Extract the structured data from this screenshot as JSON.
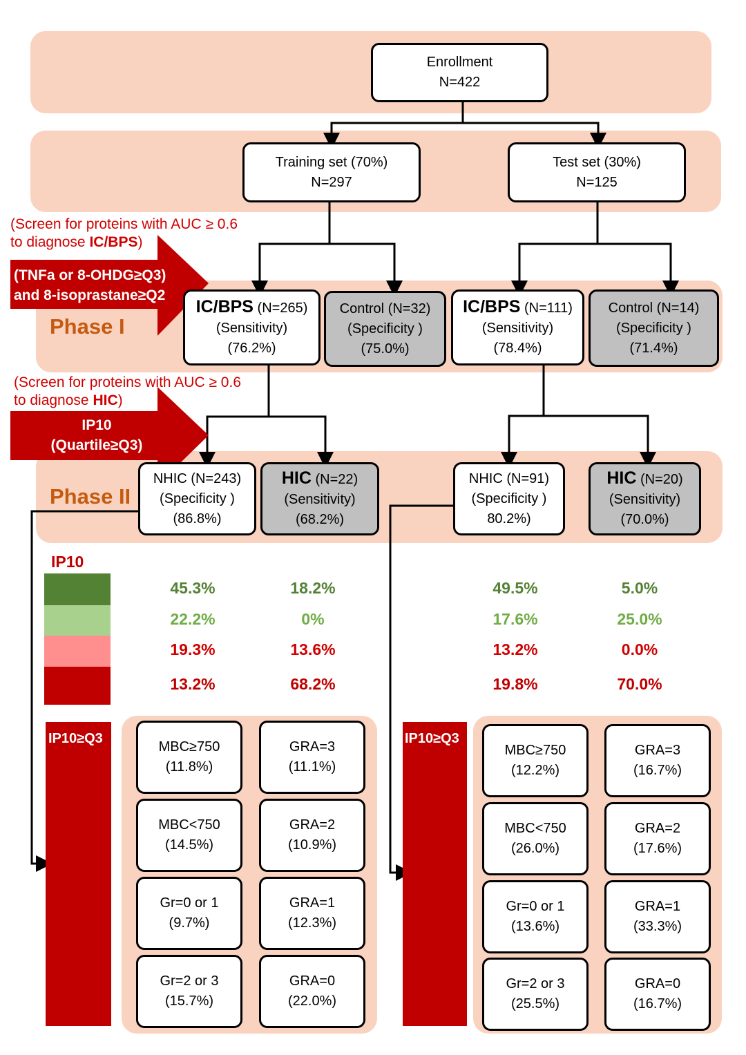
{
  "enrollment": {
    "title": "Enrollment",
    "n": "N=422"
  },
  "training": {
    "title": "Training set (70%)",
    "n": "N=297"
  },
  "test": {
    "title": "Test set (30%)",
    "n": "N=125"
  },
  "phase1": {
    "label": "Phase I",
    "screen_line1": "(Screen for proteins with AUC ≥ 0.6",
    "screen_line2_prefix": "to diagnose ",
    "screen_line2_bold": "IC/BPS",
    "screen_line2_suffix": ")",
    "arrow_line1": "(TNFa or 8-OHDG≥Q3)",
    "arrow_line2": "and 8-isoprastane≥Q2"
  },
  "phase1_boxes": {
    "train_icbps": {
      "name": "IC/BPS",
      "n": " (N=265)",
      "metric": "(Sensitivity)",
      "value": "(76.2%)"
    },
    "train_control": {
      "name": "Control (N=32)",
      "metric": "(Specificity )",
      "value": "(75.0%)"
    },
    "test_icbps": {
      "name": "IC/BPS",
      "n": " (N=111)",
      "metric": "(Sensitivity)",
      "value": "(78.4%)"
    },
    "test_control": {
      "name": "Control (N=14)",
      "metric": "(Specificity )",
      "value": "(71.4%)"
    }
  },
  "phase2": {
    "label": "Phase II",
    "screen_line1": "(Screen for proteins with AUC ≥ 0.6",
    "screen_line2_prefix": "to diagnose ",
    "screen_line2_bold": "HIC",
    "screen_line2_suffix": ")",
    "arrow_line1": "IP10",
    "arrow_line2": "(Quartile≥Q3)"
  },
  "phase2_boxes": {
    "train_nhic": {
      "name": "NHIC (N=243)",
      "metric": "(Specificity )",
      "value": "(86.8%)"
    },
    "train_hic": {
      "name": "HIC",
      "n": " (N=22)",
      "metric": "(Sensitivity)",
      "value": "(68.2%)"
    },
    "test_nhic": {
      "name": "NHIC (N=91)",
      "metric": "(Specificity )",
      "value": "80.2%)"
    },
    "test_hic": {
      "name": "HIC",
      "n": " (N=20)",
      "metric": "(Sensitivity)",
      "value": "(70.0%)"
    }
  },
  "ip10": {
    "label": "IP10",
    "colors": [
      "#548235",
      "#a9d18e",
      "#ff8f8f",
      "#c00000"
    ],
    "text_colors": [
      "#548235",
      "#70ad47",
      "#d00000",
      "#c00000"
    ],
    "rows": [
      [
        "45.3%",
        "18.2%",
        "49.5%",
        "5.0%"
      ],
      [
        "22.2%",
        "0%",
        "17.6%",
        "25.0%"
      ],
      [
        "19.3%",
        "13.6%",
        "13.2%",
        "0.0%"
      ],
      [
        "13.2%",
        "68.2%",
        "19.8%",
        "70.0%"
      ]
    ]
  },
  "ip10q3": {
    "label": "IP10≥Q3"
  },
  "train_sub": {
    "left": [
      [
        "MBC≥750",
        "(11.8%)"
      ],
      [
        "MBC<750",
        "(14.5%)"
      ],
      [
        "Gr=0 or 1",
        "(9.7%)"
      ],
      [
        "Gr=2 or 3",
        "(15.7%)"
      ]
    ],
    "right": [
      [
        "GRA=3",
        "(11.1%)"
      ],
      [
        "GRA=2",
        "(10.9%)"
      ],
      [
        "GRA=1",
        "(12.3%)"
      ],
      [
        "GRA=0",
        "(22.0%)"
      ]
    ]
  },
  "test_sub": {
    "left": [
      [
        "MBC≥750",
        "(12.2%)"
      ],
      [
        "MBC<750",
        "(26.0%)"
      ],
      [
        "Gr=0 or 1",
        "(13.6%)"
      ],
      [
        "Gr=2 or 3",
        "(25.5%)"
      ]
    ],
    "right": [
      [
        "GRA=3",
        "(16.7%)"
      ],
      [
        "GRA=2",
        "(17.6%)"
      ],
      [
        "GRA=1",
        "(33.3%)"
      ],
      [
        "GRA=0",
        "(16.7%)"
      ]
    ]
  }
}
